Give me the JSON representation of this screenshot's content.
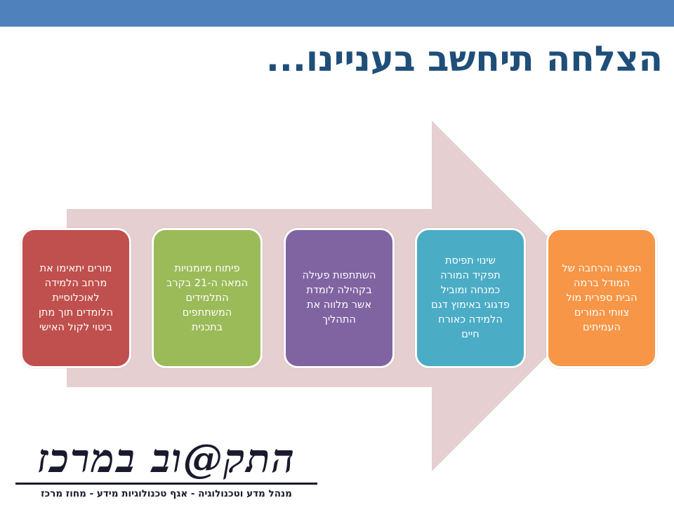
{
  "slide": {
    "title": "הצלחה תיחשב בעניינו...",
    "colors": {
      "top_bar": "#4f81bd",
      "title": "#1f4e79",
      "arrow": "#e6cfd0"
    },
    "cards": [
      {
        "text": "הפצה והרחבה של\nהמודל ברמה\nהבית ספרית מול\nצוותי המורים\nהעמיתים",
        "color": "#f79646"
      },
      {
        "text": "שינוי תפיסת\nתפקיד המורה\nכמנחה ומוביל\nפדגוגי באימוץ דגם\nהלמידה כאורח\nחיים",
        "color": "#4bacc6"
      },
      {
        "text": "השתתפות פעילה\nבקהילה לומדת\nאשר מלווה את\nהתהליך",
        "color": "#8064a2"
      },
      {
        "text": "פיתוח מיומנויות\nהמאה ה-21 בקרב\nהתלמידים\nהמשתתפים\nבתכנית",
        "color": "#9bbb59"
      },
      {
        "text": "מורים יתאימו את\nמרחב הלמידה\nלאוכלוסיית\nהלומדים תוך מתן\nביטוי לקול האישי",
        "color": "#c0504d"
      }
    ],
    "logo": {
      "text": "התק@וב במרכז"
    },
    "footer": {
      "text": "מנהל מדע וטכנולוגיה - אגף טכנולוגיות מידע - מחוז מרכז"
    }
  }
}
